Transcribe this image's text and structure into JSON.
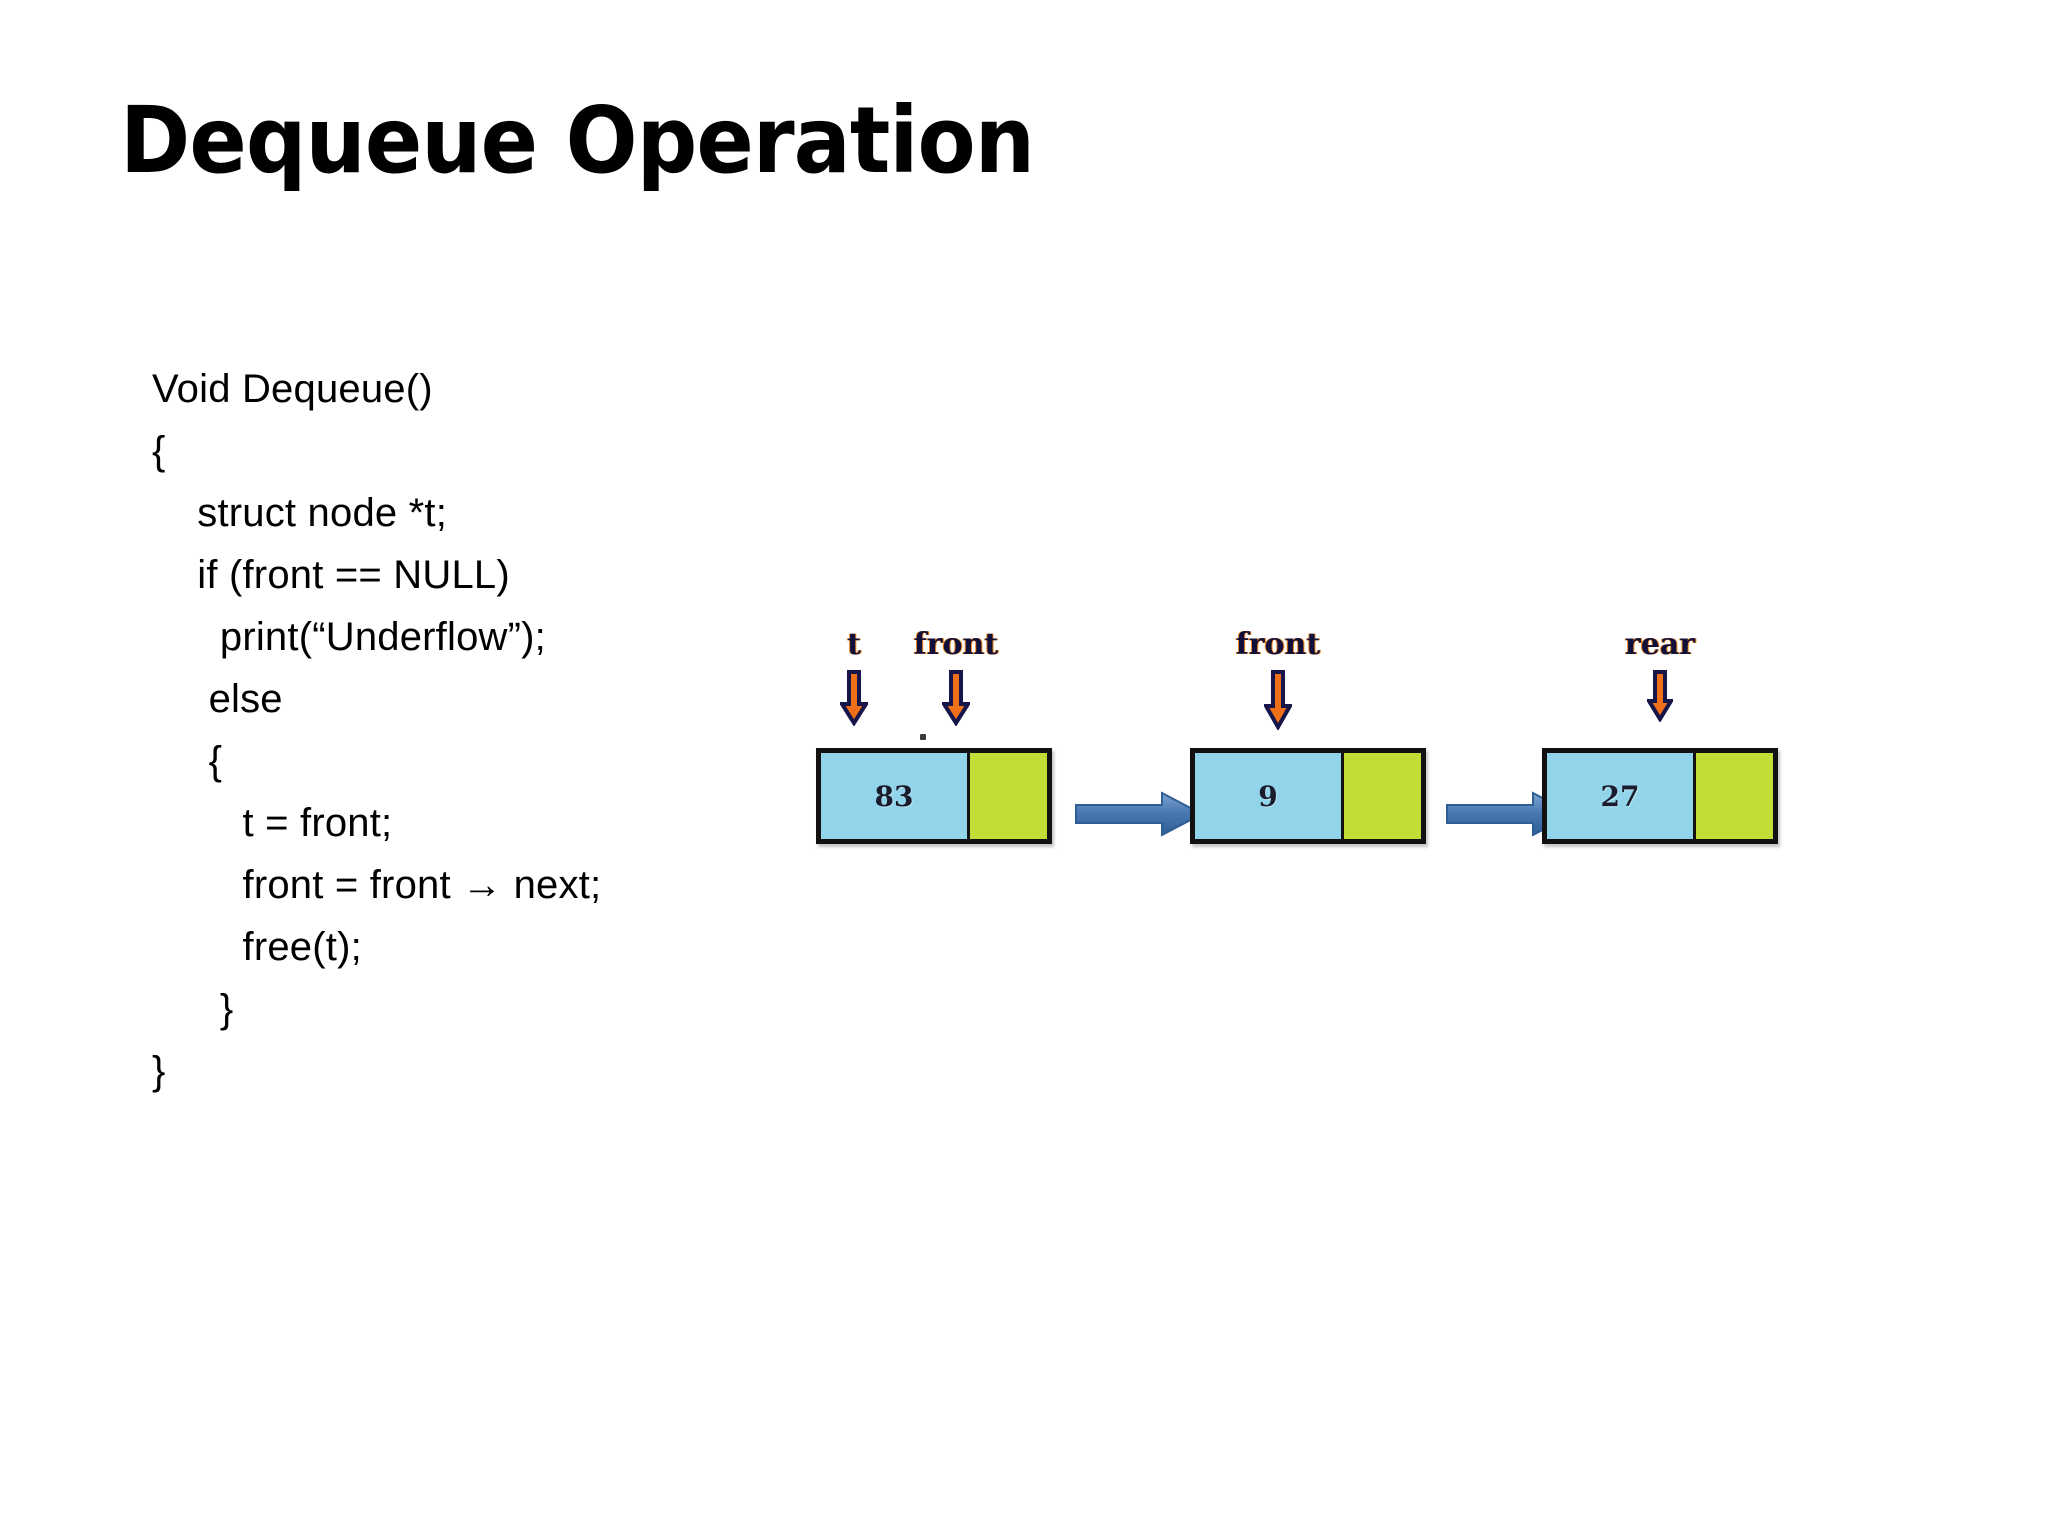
{
  "slide": {
    "title": "Dequeue Operation"
  },
  "code": {
    "lines": [
      "Void Dequeue()",
      "{",
      "    struct node *t;",
      "    if (front == NULL)",
      "      print(“Underflow”);",
      "     else",
      "     {",
      "        t = front;",
      "        front = front → next;",
      "        free(t);",
      "      }",
      "}"
    ]
  },
  "diagram": {
    "type": "singly-linked-list",
    "colors": {
      "data_cell": "#92d5ea",
      "next_cell": "#c3dd36",
      "border": "#111111",
      "connector_arrow": "#3d6fab",
      "pointer_arrow_fill": "#f0701a",
      "pointer_arrow_outline": "#16164a",
      "label_text": "#10103a"
    },
    "nodes": [
      {
        "value": "83",
        "pointers": [
          "t",
          "front"
        ]
      },
      {
        "value": "9",
        "pointers": [
          "front"
        ]
      },
      {
        "value": "27",
        "pointers": [
          "rear"
        ]
      }
    ],
    "connectors": 2
  }
}
